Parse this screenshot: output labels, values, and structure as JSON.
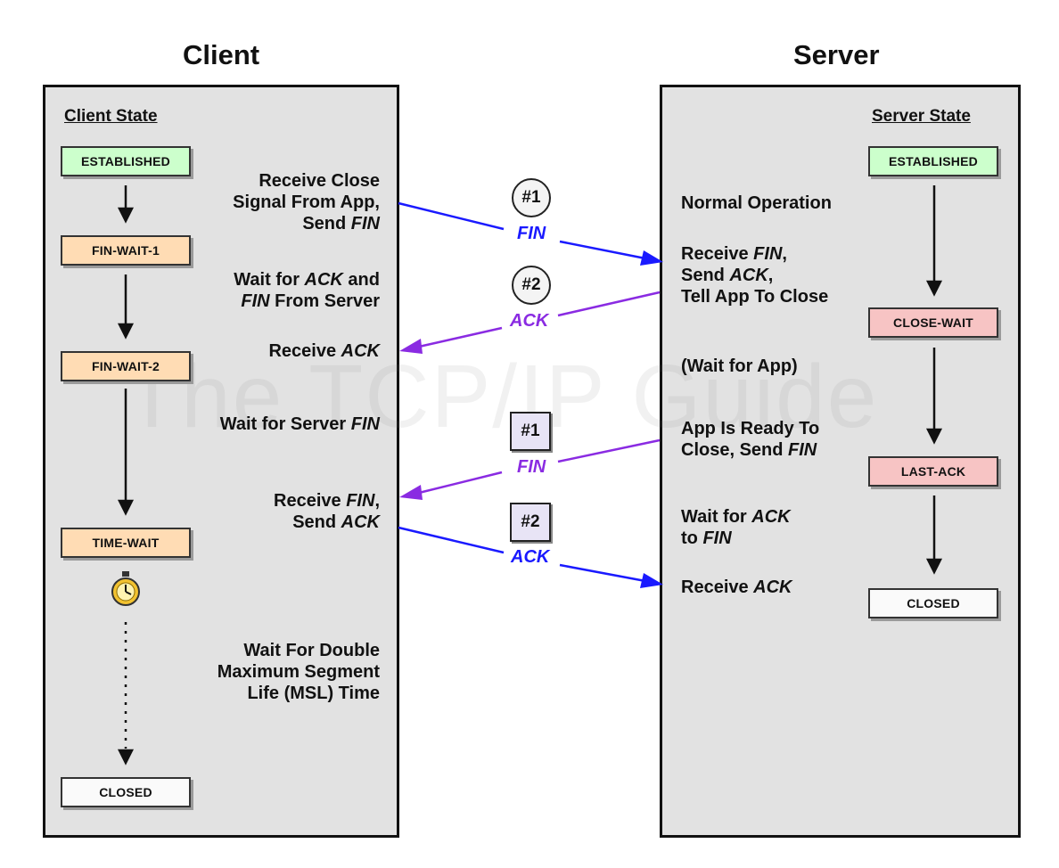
{
  "client": {
    "title": "Client",
    "state_header": "Client State",
    "states": [
      "ESTABLISHED",
      "FIN-WAIT-1",
      "FIN-WAIT-2",
      "TIME-WAIT",
      "CLOSED"
    ],
    "labels": {
      "close_signal": [
        "Receive Close",
        "Signal From App,",
        "Send FIN"
      ],
      "wait_ack_fin": [
        "Wait for ACK and",
        "FIN From Server"
      ],
      "receive_ack": "Receive ACK",
      "wait_server_fin": "Wait for Server FIN",
      "receive_fin_send_ack": [
        "Receive FIN,",
        "Send ACK"
      ],
      "wait_double_msl": [
        "Wait For Double",
        "Maximum Segment",
        "Life (MSL) Time"
      ]
    }
  },
  "server": {
    "title": "Server",
    "state_header": "Server State",
    "states": [
      "ESTABLISHED",
      "CLOSE-WAIT",
      "LAST-ACK",
      "CLOSED"
    ],
    "labels": {
      "normal_operation": "Normal Operation",
      "receive_fin": [
        "Receive FIN,",
        "Send ACK,",
        "Tell App To Close"
      ],
      "wait_for_app": "(Wait for App)",
      "app_ready": [
        "App Is Ready To",
        "Close, Send FIN"
      ],
      "wait_ack_to_fin": [
        "Wait for ACK",
        "to FIN"
      ],
      "receive_ack": "Receive ACK"
    }
  },
  "messages": [
    {
      "badge": "#1",
      "label": "FIN",
      "color": "#1a1aff"
    },
    {
      "badge": "#2",
      "label": "ACK",
      "color": "#8a2be2"
    },
    {
      "badge": "#1",
      "label": "FIN",
      "color": "#8a2be2"
    },
    {
      "badge": "#2",
      "label": "ACK",
      "color": "#1a1aff"
    }
  ],
  "watermark": "The TCP/IP Guide",
  "colors": {
    "established": "#ccffcc",
    "fin_wait": "#ffdcb4",
    "close_wait": "#f7c4c4",
    "closed": "#fafafa",
    "panel": "#e2e2e2"
  },
  "icons": [
    "stopwatch-icon"
  ]
}
